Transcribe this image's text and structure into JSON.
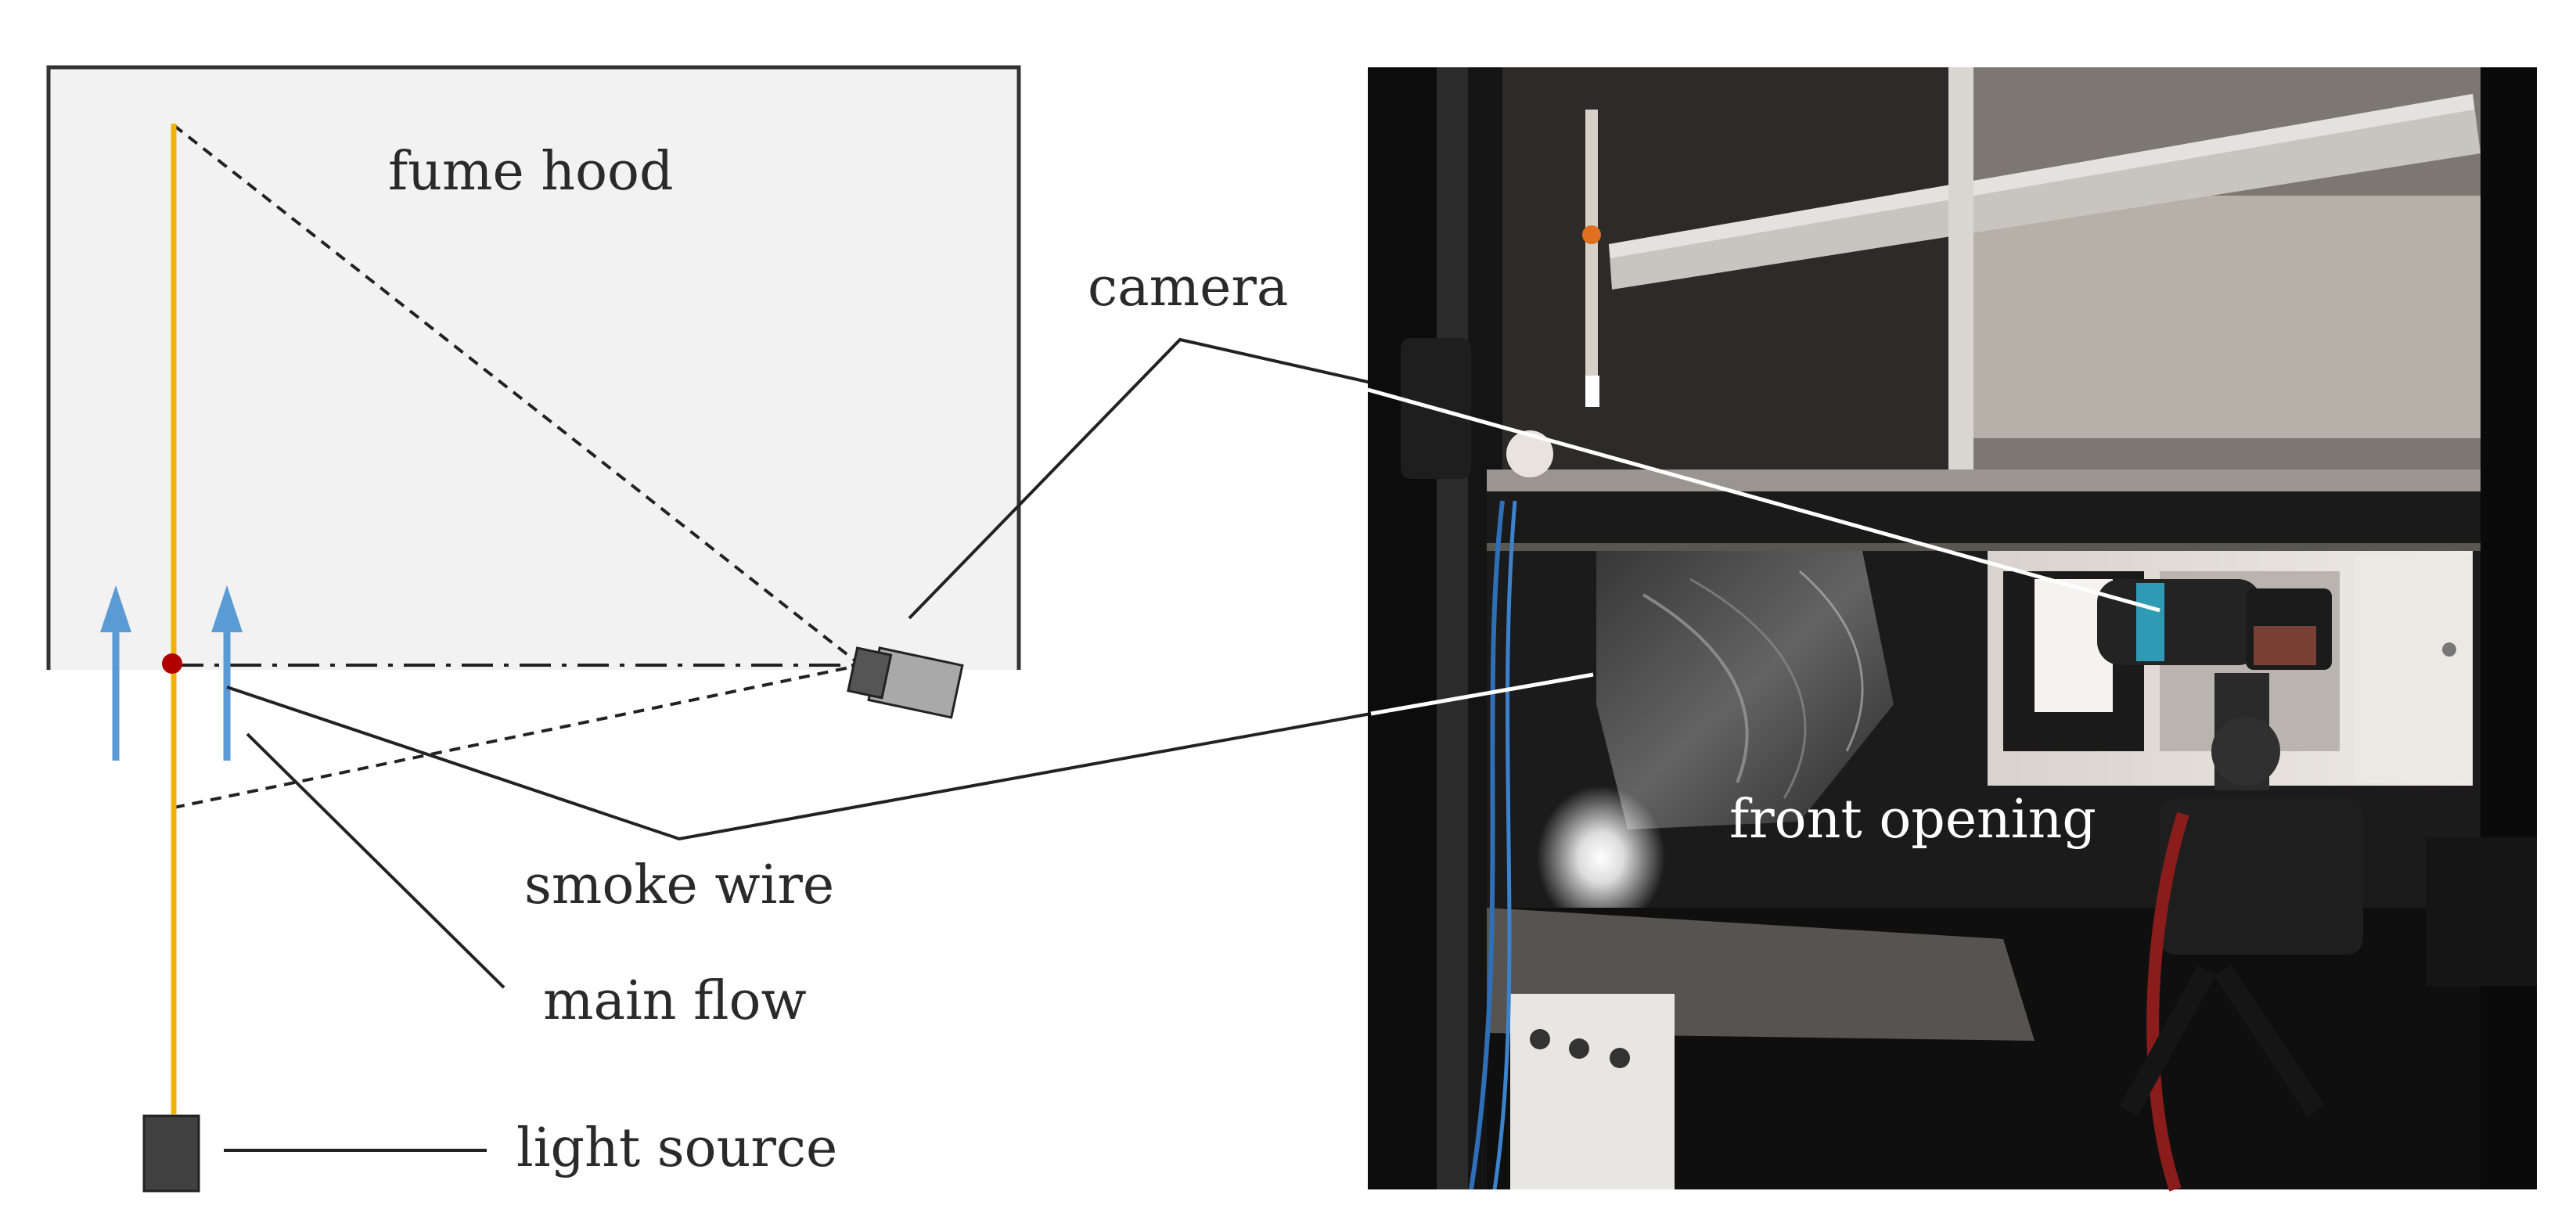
{
  "labels": {
    "fume_hood": "fume hood",
    "camera": "camera",
    "smoke_wire": "smoke wire",
    "main_flow": "main flow",
    "light_source": "light source",
    "front_opening": "front opening"
  },
  "colors": {
    "hood_fill": "#f2f2f2",
    "hood_outline": "#333333",
    "light_beam": "#f0b400",
    "flow_arrow": "#5b9bd5",
    "smoke_wire_dot": "#b00000",
    "camera_body_dark": "#555555",
    "camera_body_light": "#a9a9a9",
    "light_source_box": "#404040",
    "leader_lines": "#222222",
    "photo_background": "#141414",
    "photo_leader_lines": "#ffffff"
  },
  "icons": {
    "camera": "camera-icon",
    "light_source": "light-source-icon",
    "flow_arrows": "arrow-up-icon",
    "smoke_wire": "dot-icon"
  }
}
